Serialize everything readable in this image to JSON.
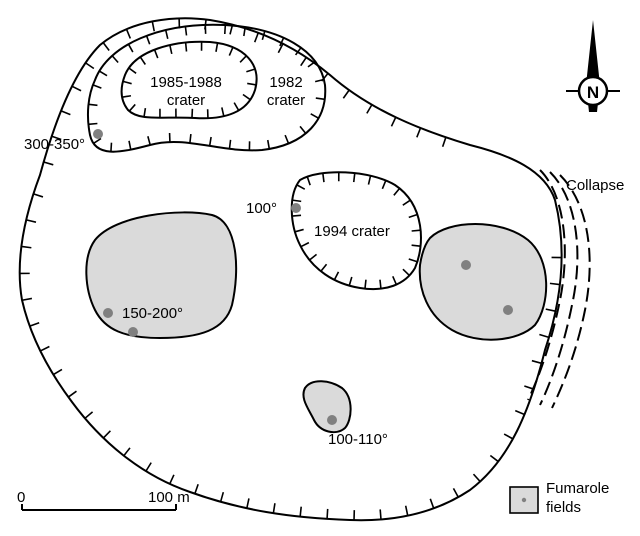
{
  "labels": {
    "crater_1985_l1": "1985-1988",
    "crater_1985_l2": "crater",
    "crater_1982_l1": "1982",
    "crater_1982_l2": "crater",
    "crater_1994": "1994 crater",
    "collapse": "Collapse",
    "temp_300": "300-350°",
    "temp_100": "100°",
    "temp_150": "150-200°",
    "temp_100_110": "100-110°"
  },
  "scale_bar": {
    "start": "0",
    "end": "100 m"
  },
  "legend": {
    "line1": "Fumarole",
    "line2": "fields"
  },
  "north_arrow": {
    "letter": "N"
  },
  "colors": {
    "field_fill": "#dadada",
    "vent": "#808080",
    "line": "#000000"
  }
}
